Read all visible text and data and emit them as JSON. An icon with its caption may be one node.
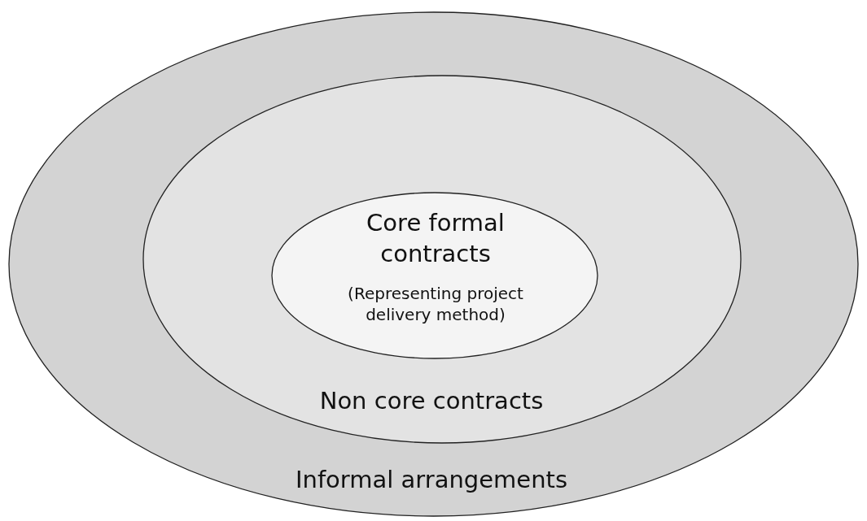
{
  "diagram": {
    "nodes": [
      {
        "text": [
          "Informal arrangements"
        ]
      },
      {
        "text": [
          "Non core contracts"
        ],
        "in": 0
      },
      {
        "text": [
          "Core formal contracts",
          "(Representing project delivery method)"
        ],
        "in": 1
      }
    ]
  }
}
